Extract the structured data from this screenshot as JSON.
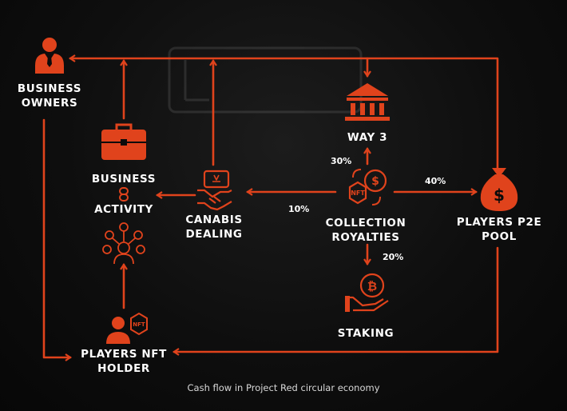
{
  "colors": {
    "accent": "#e0431c",
    "text": "#ffffff",
    "background": "#0b0b0b"
  },
  "nodes": {
    "business_owners": {
      "line1": "BUSINESS",
      "line2": "OWNERS",
      "icon": "businessman-icon"
    },
    "way3": {
      "line1": "WAY 3",
      "icon": "bank-icon"
    },
    "business_activity": {
      "line1": "BUSINESS",
      "line2": "ACTIVITY",
      "icon": "briefcase-icon"
    },
    "canabis_dealing": {
      "line1": "CANABIS",
      "line2": "DEALING",
      "icon": "handshake-icon"
    },
    "collection_royalties": {
      "line1": "COLLECTION",
      "line2": "ROYALTIES",
      "icon": "nft-coin-cycle-icon"
    },
    "players_p2e_pool": {
      "line1": "PLAYERS P2E",
      "line2": "POOL",
      "icon": "money-bag-icon"
    },
    "staking": {
      "line1": "STAKING",
      "icon": "bitcoin-hand-icon"
    },
    "players_nft_holder": {
      "line1": "PLAYERS NFT",
      "line2": "HOLDER",
      "icon": "nft-player-icon"
    }
  },
  "percentages": {
    "to_way3": "30%",
    "to_p2e": "40%",
    "to_canabis": "10%",
    "to_staking": "20%"
  },
  "caption": "Cash flow in Project Red circular economy"
}
